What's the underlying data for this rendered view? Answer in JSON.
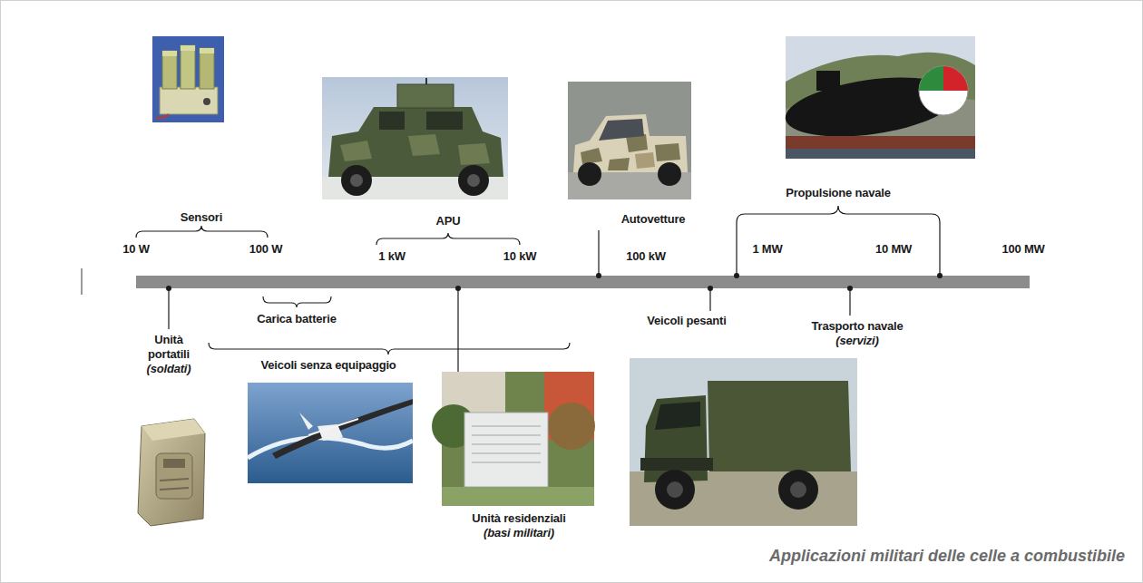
{
  "diagram": {
    "caption": "Applicazioni militari delle celle a combustibile",
    "labels": [
      "Sensori",
      "10 W",
      "100 W",
      "APU",
      "1 kW",
      "10 kW",
      "Autovetture",
      "100 kW",
      "Propulsione navale",
      "1 MW",
      "10 MW",
      "100 MW",
      "Unità portatili",
      "(soldati)",
      "Carica batterie",
      "Veicoli senza equipaggio",
      "Unità residenziali",
      "(basi militari)",
      "Veicoli pesanti",
      "Trasporto navale",
      "(servizi)"
    ]
  }
}
